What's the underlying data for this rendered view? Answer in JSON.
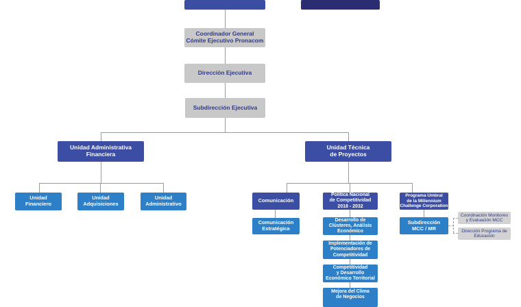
{
  "nodes": {
    "top_left": "",
    "top_right": "",
    "coordinador": "Coordinador General\nCómite Ejecutivo Pronacom",
    "direccion": "Dirección Ejecutiva",
    "subdireccion": "Subdirección Ejecutiva",
    "unidad_admin": "Unidad Administrativa\nFinanciera",
    "unidad_tecnica": "Unidad Técnica\nde Proyectos",
    "financiero": "Unidad\nFinanciero",
    "adquisiciones": "Unidad\nAdquisiciones",
    "administrativo": "Unidad\nAdministrativo",
    "comunicacion": "Comunicación",
    "comunicacion_estrategica": "Comunicación\nEstratégica",
    "politica": "Política Nacional\nde Competitividad\n2018 - 2032",
    "clusteres": "Desarrollo de\nClústeres, Análisis\nEconómico",
    "implementacion": "Implementación de\nPotenciadores de\nCompetitividad",
    "competitividad_desarrollo": "Competitividad\ny Desarrollo\nEconómico Territorial",
    "mejora_clima": "Mejora del Clima\nde Negocios",
    "programa_umbral": "Programa Umbral\nde la Millennium\nChallenge Corporation",
    "subdireccion_mcc": "Subdirección\nMCC / MR",
    "coordinacion_monitoreo": "Coordinación Monitoreo\ny Evaluación MCC",
    "direccion_educacion": "Dirección Programa de\nEducación"
  },
  "colors": {
    "gray_box": "#c8c8c8",
    "navy_box": "#3c4ea3",
    "dark_box": "#2b2d72",
    "blue_box": "#2d7fc7",
    "connector": "#9a9a9a"
  }
}
